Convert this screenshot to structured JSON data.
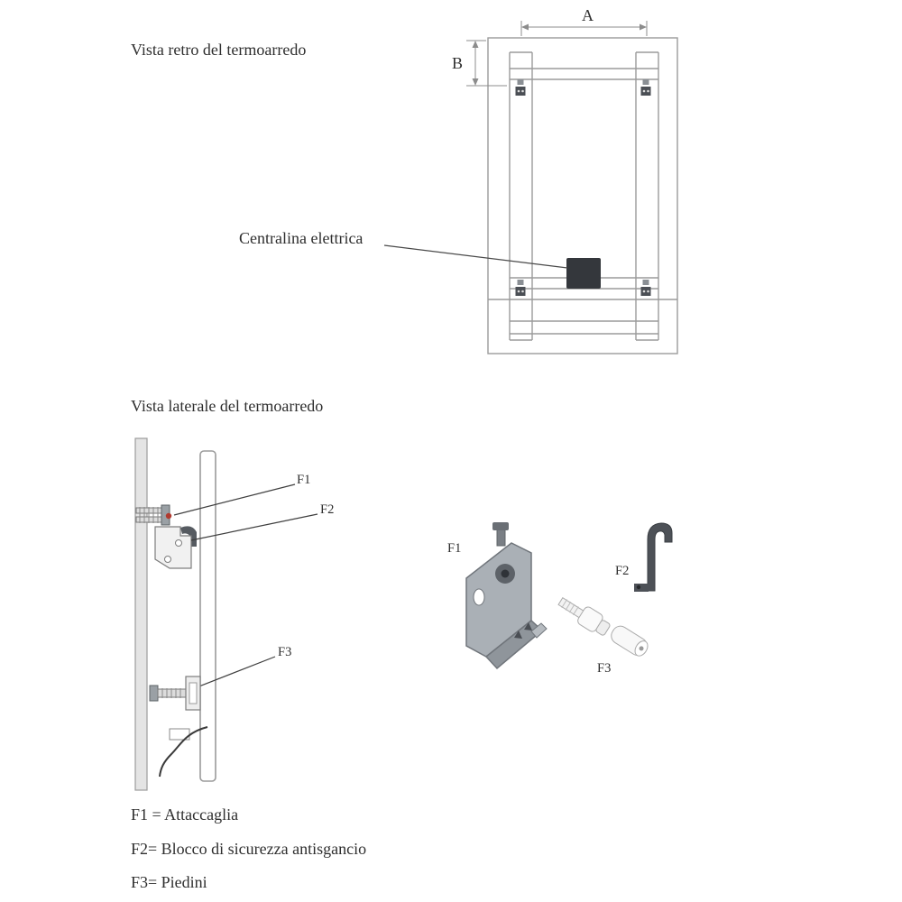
{
  "page": {
    "background": "#ffffff",
    "text_color": "#2e2e2e"
  },
  "rear_view": {
    "title": "Vista retro del termoarredo",
    "dim_width_label": "A",
    "dim_height_label": "B",
    "control_unit_label": "Centralina elettrica"
  },
  "side_view": {
    "title": "Vista laterale del termoarredo",
    "callout_f1": "F1",
    "callout_f2": "F2",
    "callout_f3": "F3"
  },
  "parts_view": {
    "label_f1": "F1",
    "label_f2": "F2",
    "label_f3": "F3"
  },
  "legend": {
    "items": [
      "F1 = Attaccaglia",
      "F2= Blocco di sicurezza antisgancio",
      "F3= Piedini"
    ]
  },
  "colors": {
    "line_gray": "#9b9b9b",
    "dark_part": "#4d5157",
    "control_unit": "#34373c",
    "accent_red": "#b03a2f"
  }
}
